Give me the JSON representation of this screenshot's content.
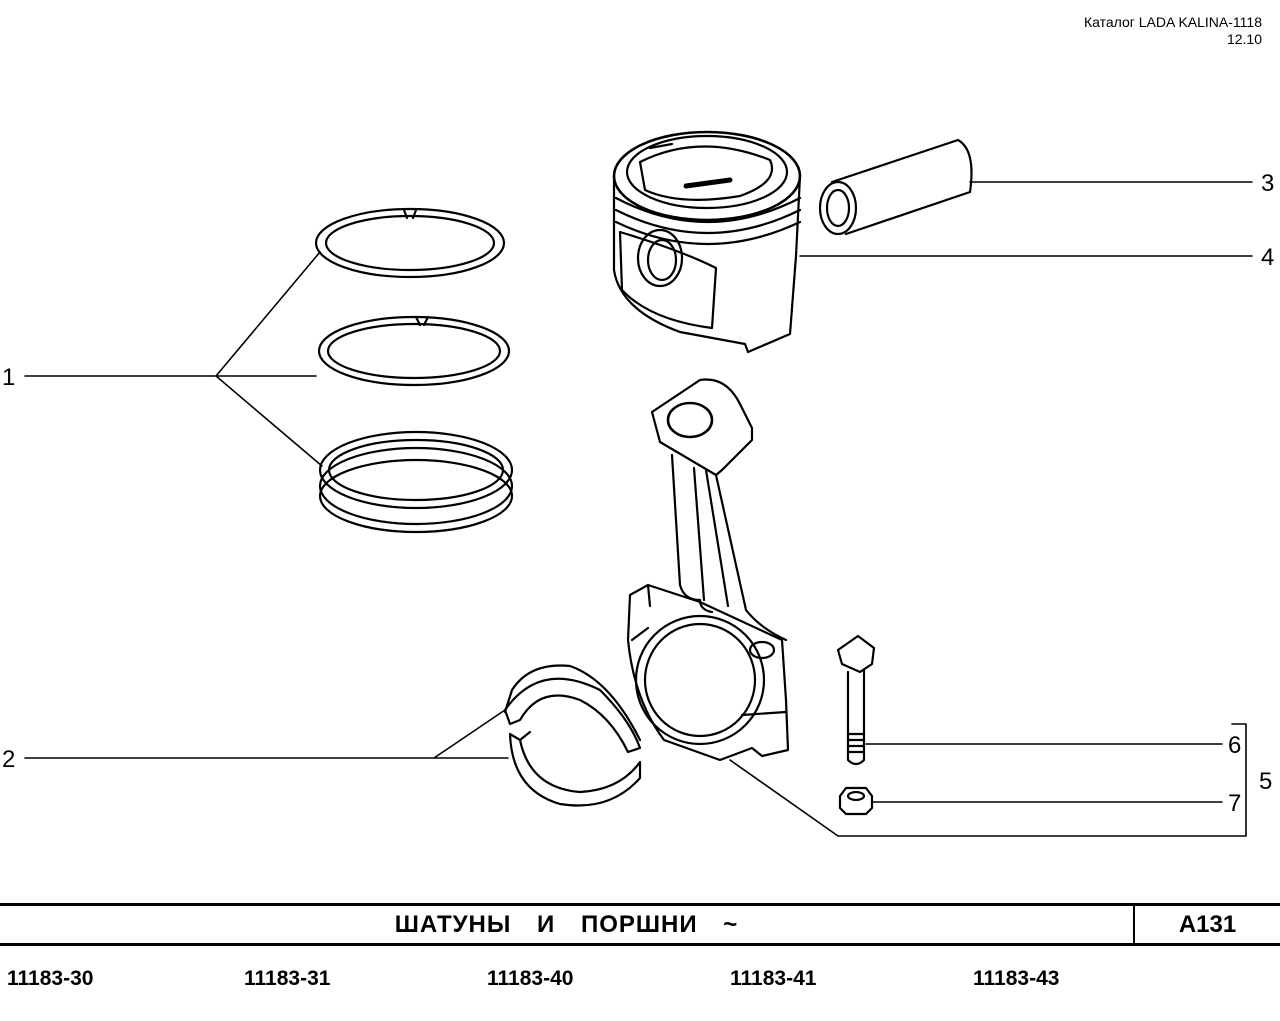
{
  "header": {
    "catalog": "Каталог LADA KALINA-1118",
    "date": "12.10"
  },
  "callouts": [
    "1",
    "2",
    "3",
    "4",
    "5",
    "6",
    "7"
  ],
  "footer": {
    "title": "ШАТУНЫ  И  ПОРШНИ  ~",
    "code": "A131"
  },
  "models": [
    "11183-30",
    "11183-31",
    "11183-40",
    "11183-41",
    "11183-43"
  ]
}
